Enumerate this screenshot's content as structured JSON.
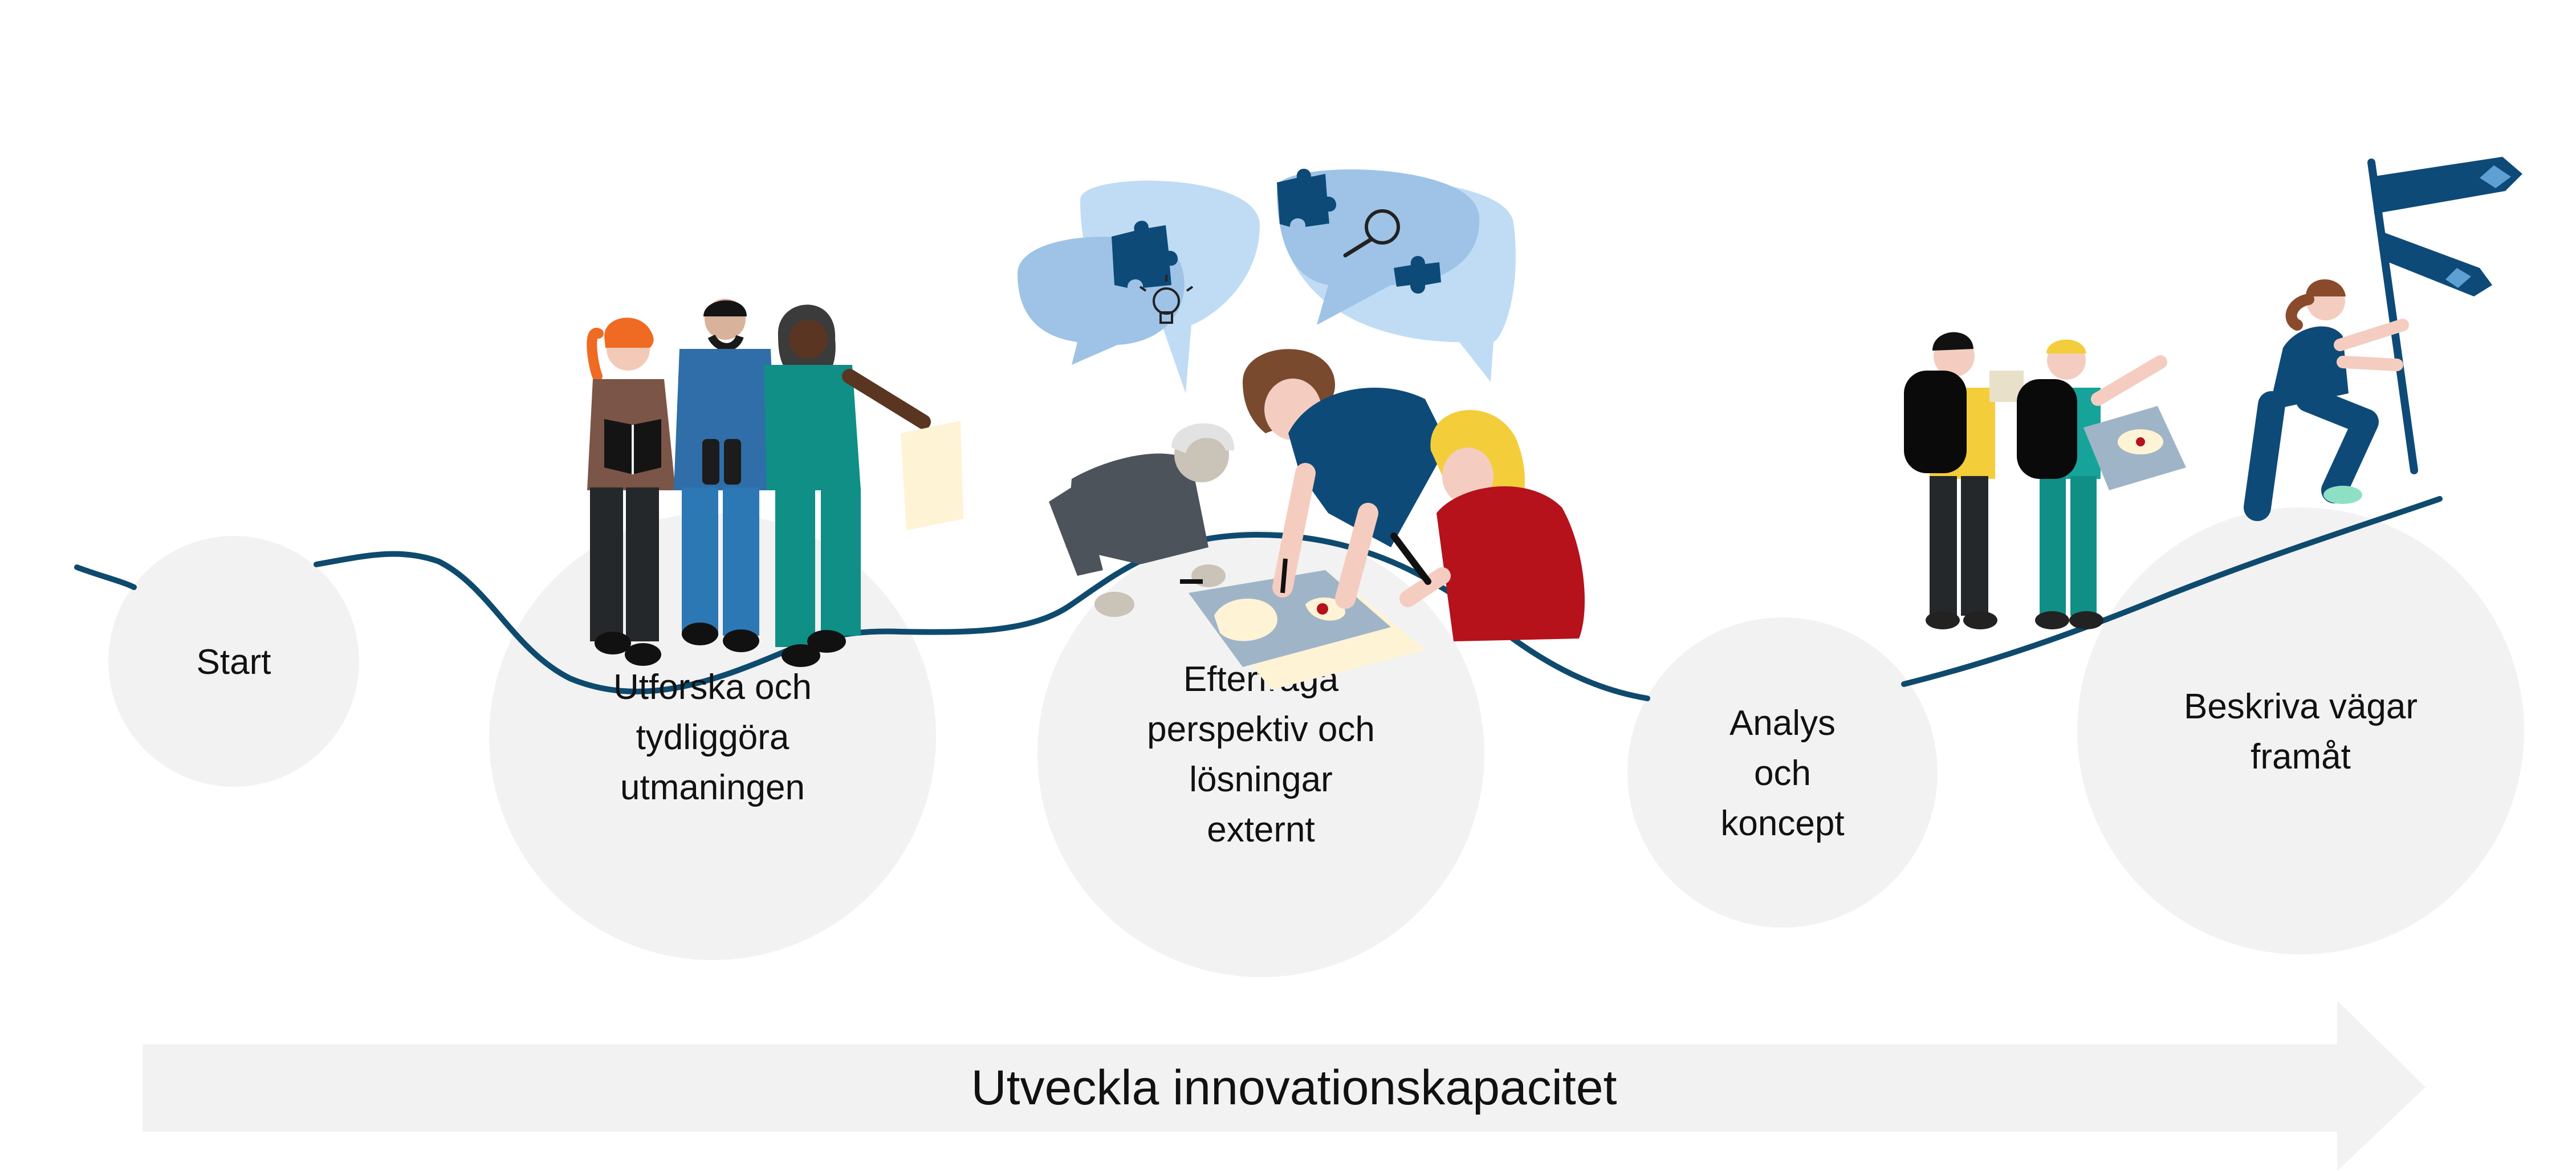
{
  "colors": {
    "circle": "#f2f2f2",
    "road": "#0e4a6e",
    "arrow": "#f2f2f2",
    "text": "#111111",
    "bubble_light": "#bfdcf4",
    "bubble_mid": "#9ec3e6",
    "navy": "#0e4a78",
    "teal": "#0f8f86",
    "red": "#b5121b",
    "yellow": "#f4cd3b",
    "paper": "#fff3d6"
  },
  "steps": [
    {
      "id": "start",
      "lines": [
        "Start"
      ]
    },
    {
      "id": "explore",
      "lines": [
        "Utforska och",
        "tydliggöra",
        "utmaningen"
      ]
    },
    {
      "id": "request",
      "lines": [
        "Efterfråga",
        "perspektiv och",
        "lösningar",
        "externt"
      ]
    },
    {
      "id": "analysis",
      "lines": [
        "Analys",
        "och",
        "koncept"
      ]
    },
    {
      "id": "describe",
      "lines": [
        "Beskriva vägar",
        "framåt"
      ]
    }
  ],
  "arrow": {
    "label": "Utveckla innovationskapacitet"
  },
  "illustrations": {
    "explorers": [
      "book-icon",
      "binoculars-icon",
      "paper-sheet-icon"
    ],
    "brainstorm_bubbles": [
      "puzzle-piece-icon",
      "lightbulb-icon",
      "magnifier-icon",
      "puzzle-piece-icon"
    ],
    "hikers": [
      "backpack-icon",
      "map-icon"
    ],
    "signpost": [
      "signpost-icon"
    ]
  }
}
